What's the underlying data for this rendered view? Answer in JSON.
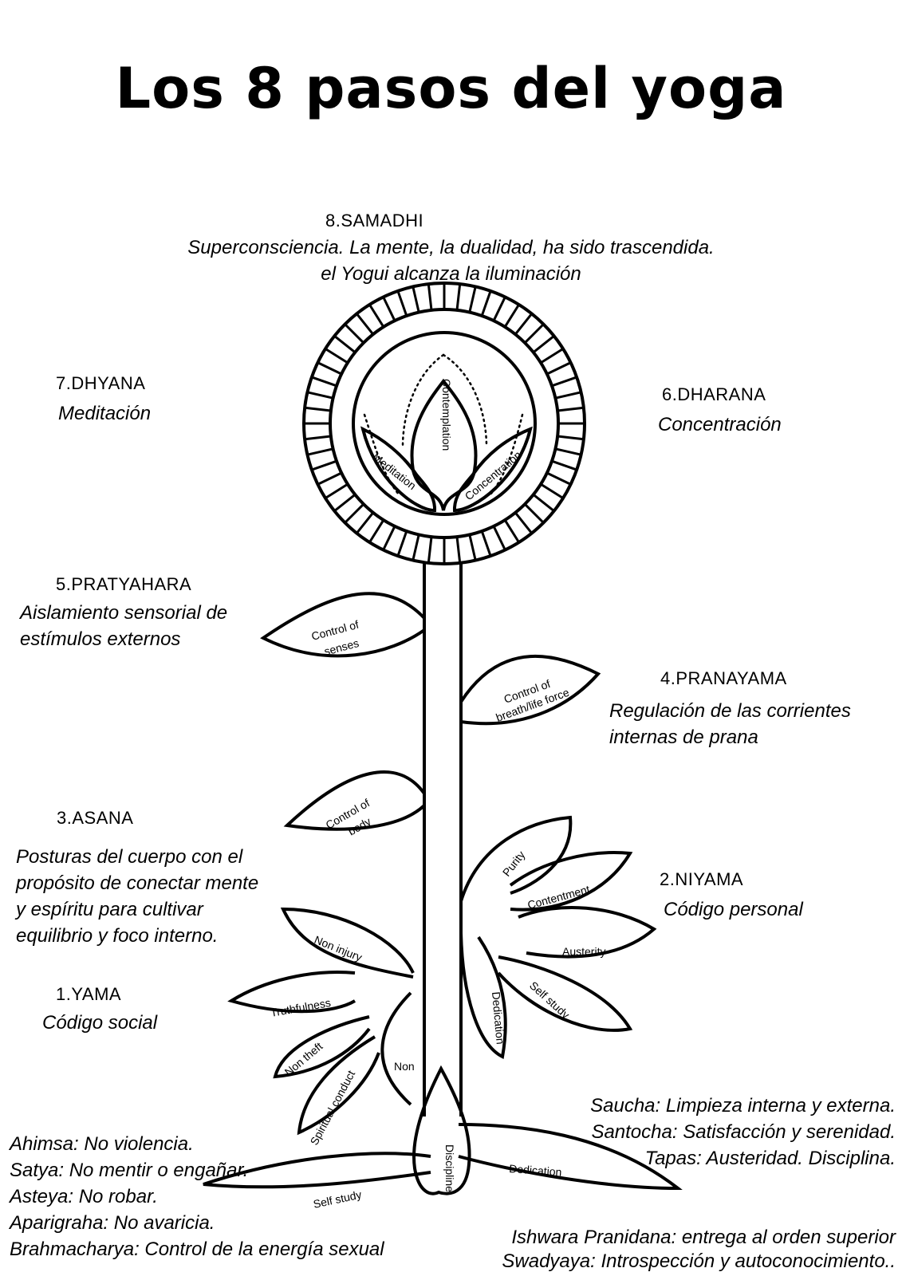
{
  "title": "Los 8 pasos del yoga",
  "steps": {
    "samadhi": {
      "name": "8.SAMADHI",
      "desc_1": "Superconsciencia. La mente, la dualidad, ha sido trascendida.",
      "desc_2": "el Yogui alcanza la iluminación"
    },
    "dhyana": {
      "name": "7.DHYANA",
      "desc": "Meditación"
    },
    "dharana": {
      "name": "6.DHARANA",
      "desc": "Concentración"
    },
    "pratyahara": {
      "name": "5.PRATYAHARA",
      "desc_1": "Aislamiento sensorial de",
      "desc_2": "estímulos externos"
    },
    "pranayama": {
      "name": "4.PRANAYAMA",
      "desc_1": "Regulación de las corrientes",
      "desc_2": "internas de prana"
    },
    "asana": {
      "name": "3.ASANA",
      "desc_1": "Posturas del cuerpo con el",
      "desc_2": "propósito de conectar mente",
      "desc_3": "y espíritu para cultivar",
      "desc_4": "equilibrio y foco interno."
    },
    "niyama": {
      "name": "2.NIYAMA",
      "desc": "Código personal"
    },
    "yama": {
      "name": "1.YAMA",
      "desc": "Código social"
    }
  },
  "yama_list": [
    "Ahimsa: No violencia.",
    "Satya: No mentir o engañar.",
    "Asteya: No robar.",
    "Aparigraha: No avaricia.",
    "Brahmacharya: Control  de la energía sexual"
  ],
  "niyama_list_top": [
    "Saucha: Limpieza interna y externa.",
    "Santocha: Satisfacción y serenidad.",
    "Tapas: Austeridad. Disciplina."
  ],
  "niyama_list_bottom": [
    "Ishwara Pranidana: entrega al orden superior",
    "Swadyaya: Introspección y autoconocimiento.."
  ],
  "plant_labels": {
    "contemplation": "Contemplation",
    "meditation": "Meditation",
    "concentration": "Concentration",
    "control_senses_1": "Control of",
    "control_senses_2": "senses",
    "control_breath_1": "Control of",
    "control_breath_2": "breath/life force",
    "control_body_1": "Control of",
    "control_body_2": "body",
    "purity": "Purity",
    "contentment": "Contentment",
    "austerity": "Austerity",
    "self_study_right": "Self study",
    "dedication_petal": "Dedication",
    "non_injury": "Non injury",
    "truthfulness": "Truthfulness",
    "non_theft": "Non theft",
    "spiritual_conduct": "Spiritual conduct",
    "non": "Non",
    "discipline": "Discipline",
    "self_study_left": "Self study",
    "dedication_leaf": "Dedication"
  }
}
